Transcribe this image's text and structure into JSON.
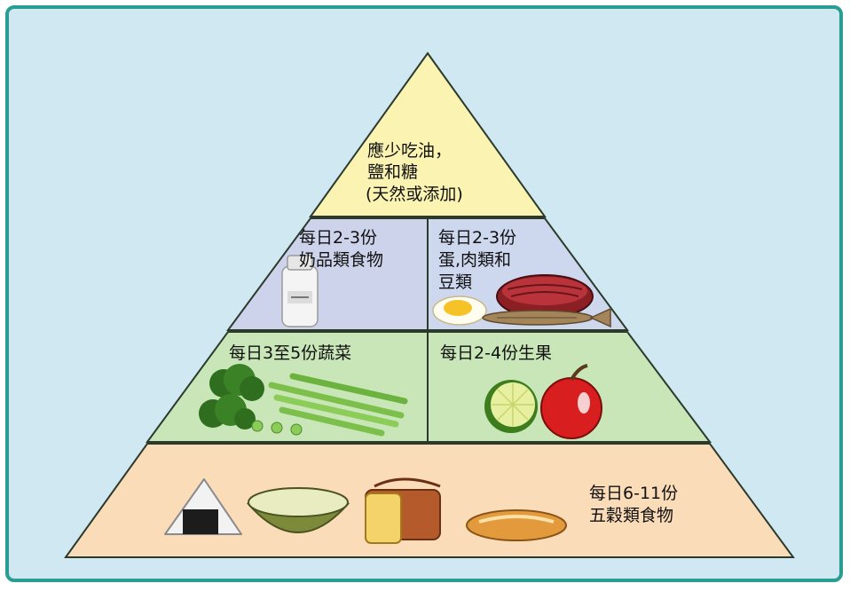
{
  "pyramid": {
    "top": {
      "line1": "應少吃油，",
      "line2": "鹽和糖",
      "line3": "(天然或添加)"
    },
    "dairy": {
      "line1": "每日2-3份",
      "line2": "奶品類食物"
    },
    "protein": {
      "line1": "每日2-3份",
      "line2": "蛋,肉類和",
      "line3": "豆類"
    },
    "vegetables": {
      "line1": "每日3至5份蔬菜"
    },
    "fruits": {
      "line1": "每日2-4份生果"
    },
    "grains": {
      "line1": "每日6-11份",
      "line2": "五穀類食物"
    }
  },
  "colors": {
    "frame_border": "#2a9d93",
    "background": "#cfe8f1",
    "top_tier": "#fbf3b2",
    "dairy_tier": "#cdd3ea",
    "protein_tier": "#cdd8ef",
    "produce_tier": "#c9e6b8",
    "grains_tier": "#fbdcb8"
  },
  "icons": [
    "milk-bottle-icon",
    "steak-icon",
    "fried-egg-icon",
    "fish-icon",
    "broccoli-icon",
    "green-beans-icon",
    "peas-icon",
    "lime-icon",
    "apple-icon",
    "rice-ball-icon",
    "porridge-bowl-icon",
    "bread-loaf-icon",
    "bread-roll-icon"
  ]
}
